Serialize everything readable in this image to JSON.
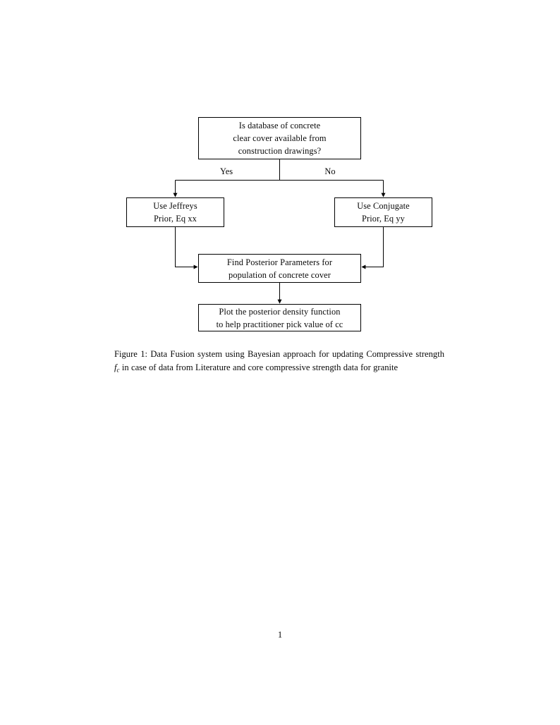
{
  "document": {
    "page_number": "1"
  },
  "figure": {
    "caption": {
      "label": "Figure 1:",
      "text_before_math": " Data Fusion system using Bayesian approach for updating Compressive strength ",
      "math_variable": "f",
      "math_subscript": "c",
      "text_after_math": " in case of data from Literature and core compressive strength data for granite",
      "full_text": "Figure 1: Data Fusion system using Bayesian approach for updating Compressive strength fc in case of data from Literature and core compressive strength data for granite"
    },
    "flowchart": {
      "type": "decision-flowchart",
      "orientation": "top-down",
      "line_color": "#000000",
      "box_fill": "#ffffff",
      "nodes": [
        {
          "id": "question",
          "shape": "rectangle",
          "lines": [
            "Is database of concrete",
            "clear cover available from",
            "construction drawings?"
          ]
        },
        {
          "id": "jeffreys",
          "shape": "rectangle",
          "lines": [
            "Use Jeffreys",
            "Prior, Eq xx"
          ]
        },
        {
          "id": "conjugate",
          "shape": "rectangle",
          "lines": [
            "Use Conjugate",
            "Prior, Eq yy"
          ]
        },
        {
          "id": "posterior",
          "shape": "rectangle",
          "lines": [
            "Find Posterior Parameters for",
            "population of concrete cover"
          ]
        },
        {
          "id": "plot",
          "shape": "rectangle",
          "lines": [
            "Plot the posterior density function",
            "to help practitioner pick value of cc"
          ]
        }
      ],
      "branch_labels": {
        "yes": "Yes",
        "no": "No"
      },
      "edges": [
        {
          "from": "question",
          "to": "jeffreys",
          "label": "Yes"
        },
        {
          "from": "question",
          "to": "conjugate",
          "label": "No"
        },
        {
          "from": "jeffreys",
          "to": "posterior",
          "label": ""
        },
        {
          "from": "conjugate",
          "to": "posterior",
          "label": ""
        },
        {
          "from": "posterior",
          "to": "plot",
          "label": ""
        }
      ]
    }
  }
}
